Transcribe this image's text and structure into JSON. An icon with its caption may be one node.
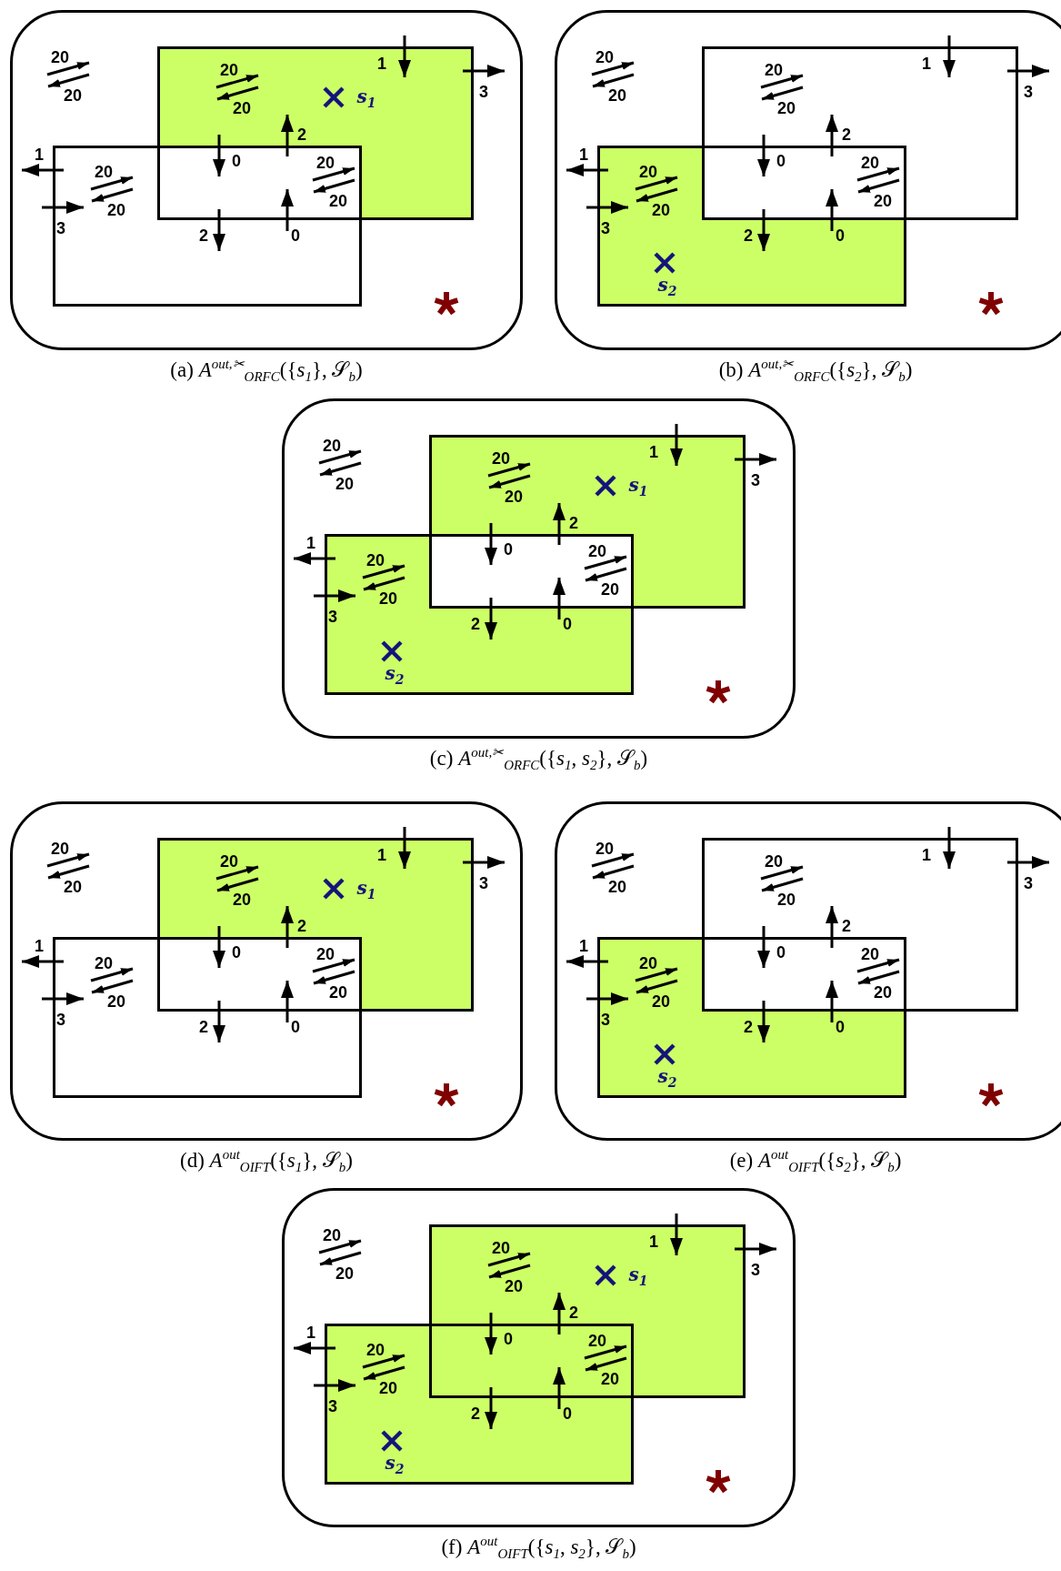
{
  "diagram": {
    "nodes": [
      {
        "text": [
          "(a) *A*$^{out,✂}$$_{ORFC}$({*s*$_{1}$}, 𝒮$_{b}$)"
        ]
      },
      {
        "text": [],
        "shape": "box",
        "in": 0
      },
      {
        "text": [],
        "shape": "box",
        "in": 0
      },
      {
        "text": [
          "(b) *A*$^{out,✂}$$_{ORFC}$({*s*$_{2}$}, 𝒮$_{b}$)"
        ]
      },
      {
        "text": [],
        "shape": "box",
        "in": 3
      },
      {
        "text": [],
        "shape": "box",
        "in": 3
      },
      {
        "text": [
          "(c) *A*$^{out,✂}$$_{ORFC}$({*s*$_{1}$, *s*$_{2}$}, 𝒮$_{b}$)"
        ]
      },
      {
        "text": [],
        "shape": "box",
        "in": 6
      },
      {
        "text": [],
        "shape": "box",
        "in": 6
      },
      {
        "text": [
          "(d) *A*$^{out}$$_{OIFT}$({*s*$_{1}$}, 𝒮$_{b}$)"
        ]
      },
      {
        "text": [],
        "shape": "box",
        "in": 9
      },
      {
        "text": [],
        "shape": "box",
        "in": 9
      },
      {
        "text": [
          "(e) *A*$^{out}$$_{OIFT}$({*s*$_{2}$}, 𝒮$_{b}$)"
        ]
      },
      {
        "text": [],
        "shape": "box",
        "in": 12
      },
      {
        "text": [],
        "shape": "box",
        "in": 12
      },
      {
        "text": [
          "(f) *A*$^{out}$$_{OIFT}$({*s*$_{1}$, *s*$_{2}$}, 𝒮$_{b}$)"
        ]
      },
      {
        "text": [],
        "shape": "box",
        "in": 15
      },
      {
        "text": [],
        "shape": "box",
        "in": 15
      }
    ],
    "edges": [
      {
        "from": null,
        "to": 1,
        "arrow": "to",
        "label": "1"
      },
      {
        "from": 1,
        "to": null,
        "arrow": "to",
        "label": "3"
      },
      {
        "from": 2,
        "to": null,
        "arrow": "to",
        "label": "1"
      },
      {
        "from": null,
        "to": 2,
        "arrow": "to",
        "label": "3"
      },
      {
        "from": 1,
        "to": 2,
        "arrow": "to",
        "label": "0"
      },
      {
        "from": 2,
        "to": 1,
        "arrow": "to",
        "label": "2"
      },
      {
        "from": 1,
        "to": 2,
        "arrow": "to",
        "label": "2"
      },
      {
        "from": 2,
        "to": 1,
        "arrow": "to",
        "label": "0"
      },
      {
        "from": null,
        "to": 4,
        "arrow": "to",
        "label": "1"
      },
      {
        "from": 4,
        "to": null,
        "arrow": "to",
        "label": "3"
      },
      {
        "from": 5,
        "to": null,
        "arrow": "to",
        "label": "1"
      },
      {
        "from": null,
        "to": 5,
        "arrow": "to",
        "label": "3"
      },
      {
        "from": 4,
        "to": 5,
        "arrow": "to",
        "label": "0"
      },
      {
        "from": 5,
        "to": 4,
        "arrow": "to",
        "label": "2"
      },
      {
        "from": 4,
        "to": 5,
        "arrow": "to",
        "label": "2"
      },
      {
        "from": 5,
        "to": 4,
        "arrow": "to",
        "label": "0"
      },
      {
        "from": null,
        "to": 7,
        "arrow": "to",
        "label": "1"
      },
      {
        "from": 7,
        "to": null,
        "arrow": "to",
        "label": "3"
      },
      {
        "from": 8,
        "to": null,
        "arrow": "to",
        "label": "1"
      },
      {
        "from": null,
        "to": 8,
        "arrow": "to",
        "label": "3"
      },
      {
        "from": 7,
        "to": 8,
        "arrow": "to",
        "label": "0"
      },
      {
        "from": 8,
        "to": 7,
        "arrow": "to",
        "label": "2"
      },
      {
        "from": 7,
        "to": 8,
        "arrow": "to",
        "label": "2"
      },
      {
        "from": 8,
        "to": 7,
        "arrow": "to",
        "label": "0"
      },
      {
        "from": null,
        "to": 10,
        "arrow": "to",
        "label": "1"
      },
      {
        "from": 10,
        "to": null,
        "arrow": "to",
        "label": "3"
      },
      {
        "from": 11,
        "to": null,
        "arrow": "to",
        "label": "1"
      },
      {
        "from": null,
        "to": 11,
        "arrow": "to",
        "label": "3"
      },
      {
        "from": 10,
        "to": 11,
        "arrow": "to",
        "label": "0"
      },
      {
        "from": 11,
        "to": 10,
        "arrow": "to",
        "label": "2"
      },
      {
        "from": 10,
        "to": 11,
        "arrow": "to",
        "label": "2"
      },
      {
        "from": 11,
        "to": 10,
        "arrow": "to",
        "label": "0"
      },
      {
        "from": null,
        "to": 13,
        "arrow": "to",
        "label": "1"
      },
      {
        "from": 13,
        "to": null,
        "arrow": "to",
        "label": "3"
      },
      {
        "from": 14,
        "to": null,
        "arrow": "to",
        "label": "1"
      },
      {
        "from": null,
        "to": 14,
        "arrow": "to",
        "label": "3"
      },
      {
        "from": 13,
        "to": 14,
        "arrow": "to",
        "label": "0"
      },
      {
        "from": 14,
        "to": 13,
        "arrow": "to",
        "label": "2"
      },
      {
        "from": 13,
        "to": 14,
        "arrow": "to",
        "label": "2"
      },
      {
        "from": 14,
        "to": 13,
        "arrow": "to",
        "label": "0"
      },
      {
        "from": null,
        "to": 16,
        "arrow": "to",
        "label": "1"
      },
      {
        "from": 16,
        "to": null,
        "arrow": "to",
        "label": "3"
      },
      {
        "from": 17,
        "to": null,
        "arrow": "to",
        "label": "1"
      },
      {
        "from": null,
        "to": 17,
        "arrow": "to",
        "label": "3"
      },
      {
        "from": 16,
        "to": 17,
        "arrow": "to",
        "label": "0"
      },
      {
        "from": 17,
        "to": 16,
        "arrow": "to",
        "label": "2"
      },
      {
        "from": 16,
        "to": 17,
        "arrow": "to",
        "label": "2"
      },
      {
        "from": 17,
        "to": 16,
        "arrow": "to",
        "label": "0"
      }
    ],
    "labels": [
      "20",
      "20",
      "20",
      "s$_{1}$",
      "20",
      "20",
      "20",
      "20",
      "20",
      "20",
      "20",
      "20",
      "20",
      "20",
      "20",
      "20",
      "20",
      "s$_{2}$",
      "20",
      "20",
      "20",
      "s$_{1}$",
      "20",
      "20",
      "20",
      "20",
      "20",
      "s$_{2}$",
      "20",
      "20",
      "20",
      "s$_{1}$",
      "20",
      "20",
      "20",
      "20",
      "20",
      "20",
      "20",
      "20",
      "20",
      "20",
      "20",
      "20",
      "20",
      "s$_{2}$",
      "20",
      "20",
      "20",
      "s$_{1}$",
      "20",
      "20",
      "20",
      "20",
      "20",
      "s$_{2}$"
    ]
  }
}
